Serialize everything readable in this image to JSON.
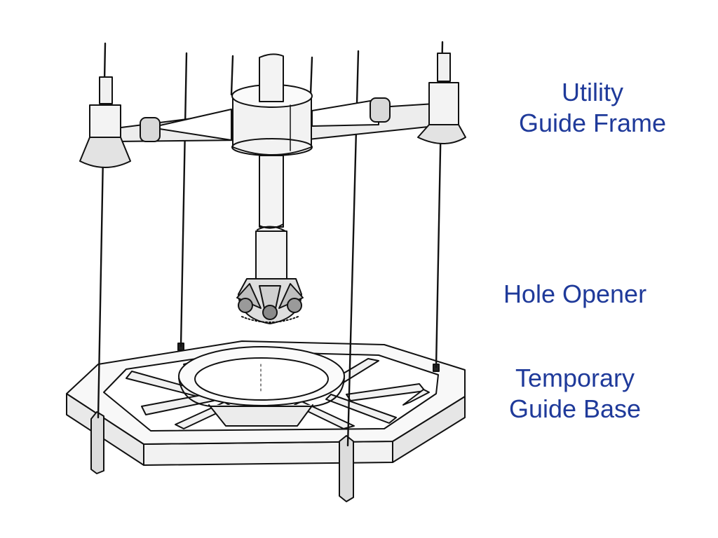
{
  "colors": {
    "label_text": "#1f3a9a",
    "line": "#111111",
    "fill": "#f4f4f4",
    "background": "#ffffff"
  },
  "labels": {
    "utility_guide_frame": {
      "line1": "Utility",
      "line2": "Guide Frame"
    },
    "hole_opener": "Hole Opener",
    "temporary_guide_base": {
      "line1": "Temporary",
      "line2": "Guide Base"
    }
  }
}
